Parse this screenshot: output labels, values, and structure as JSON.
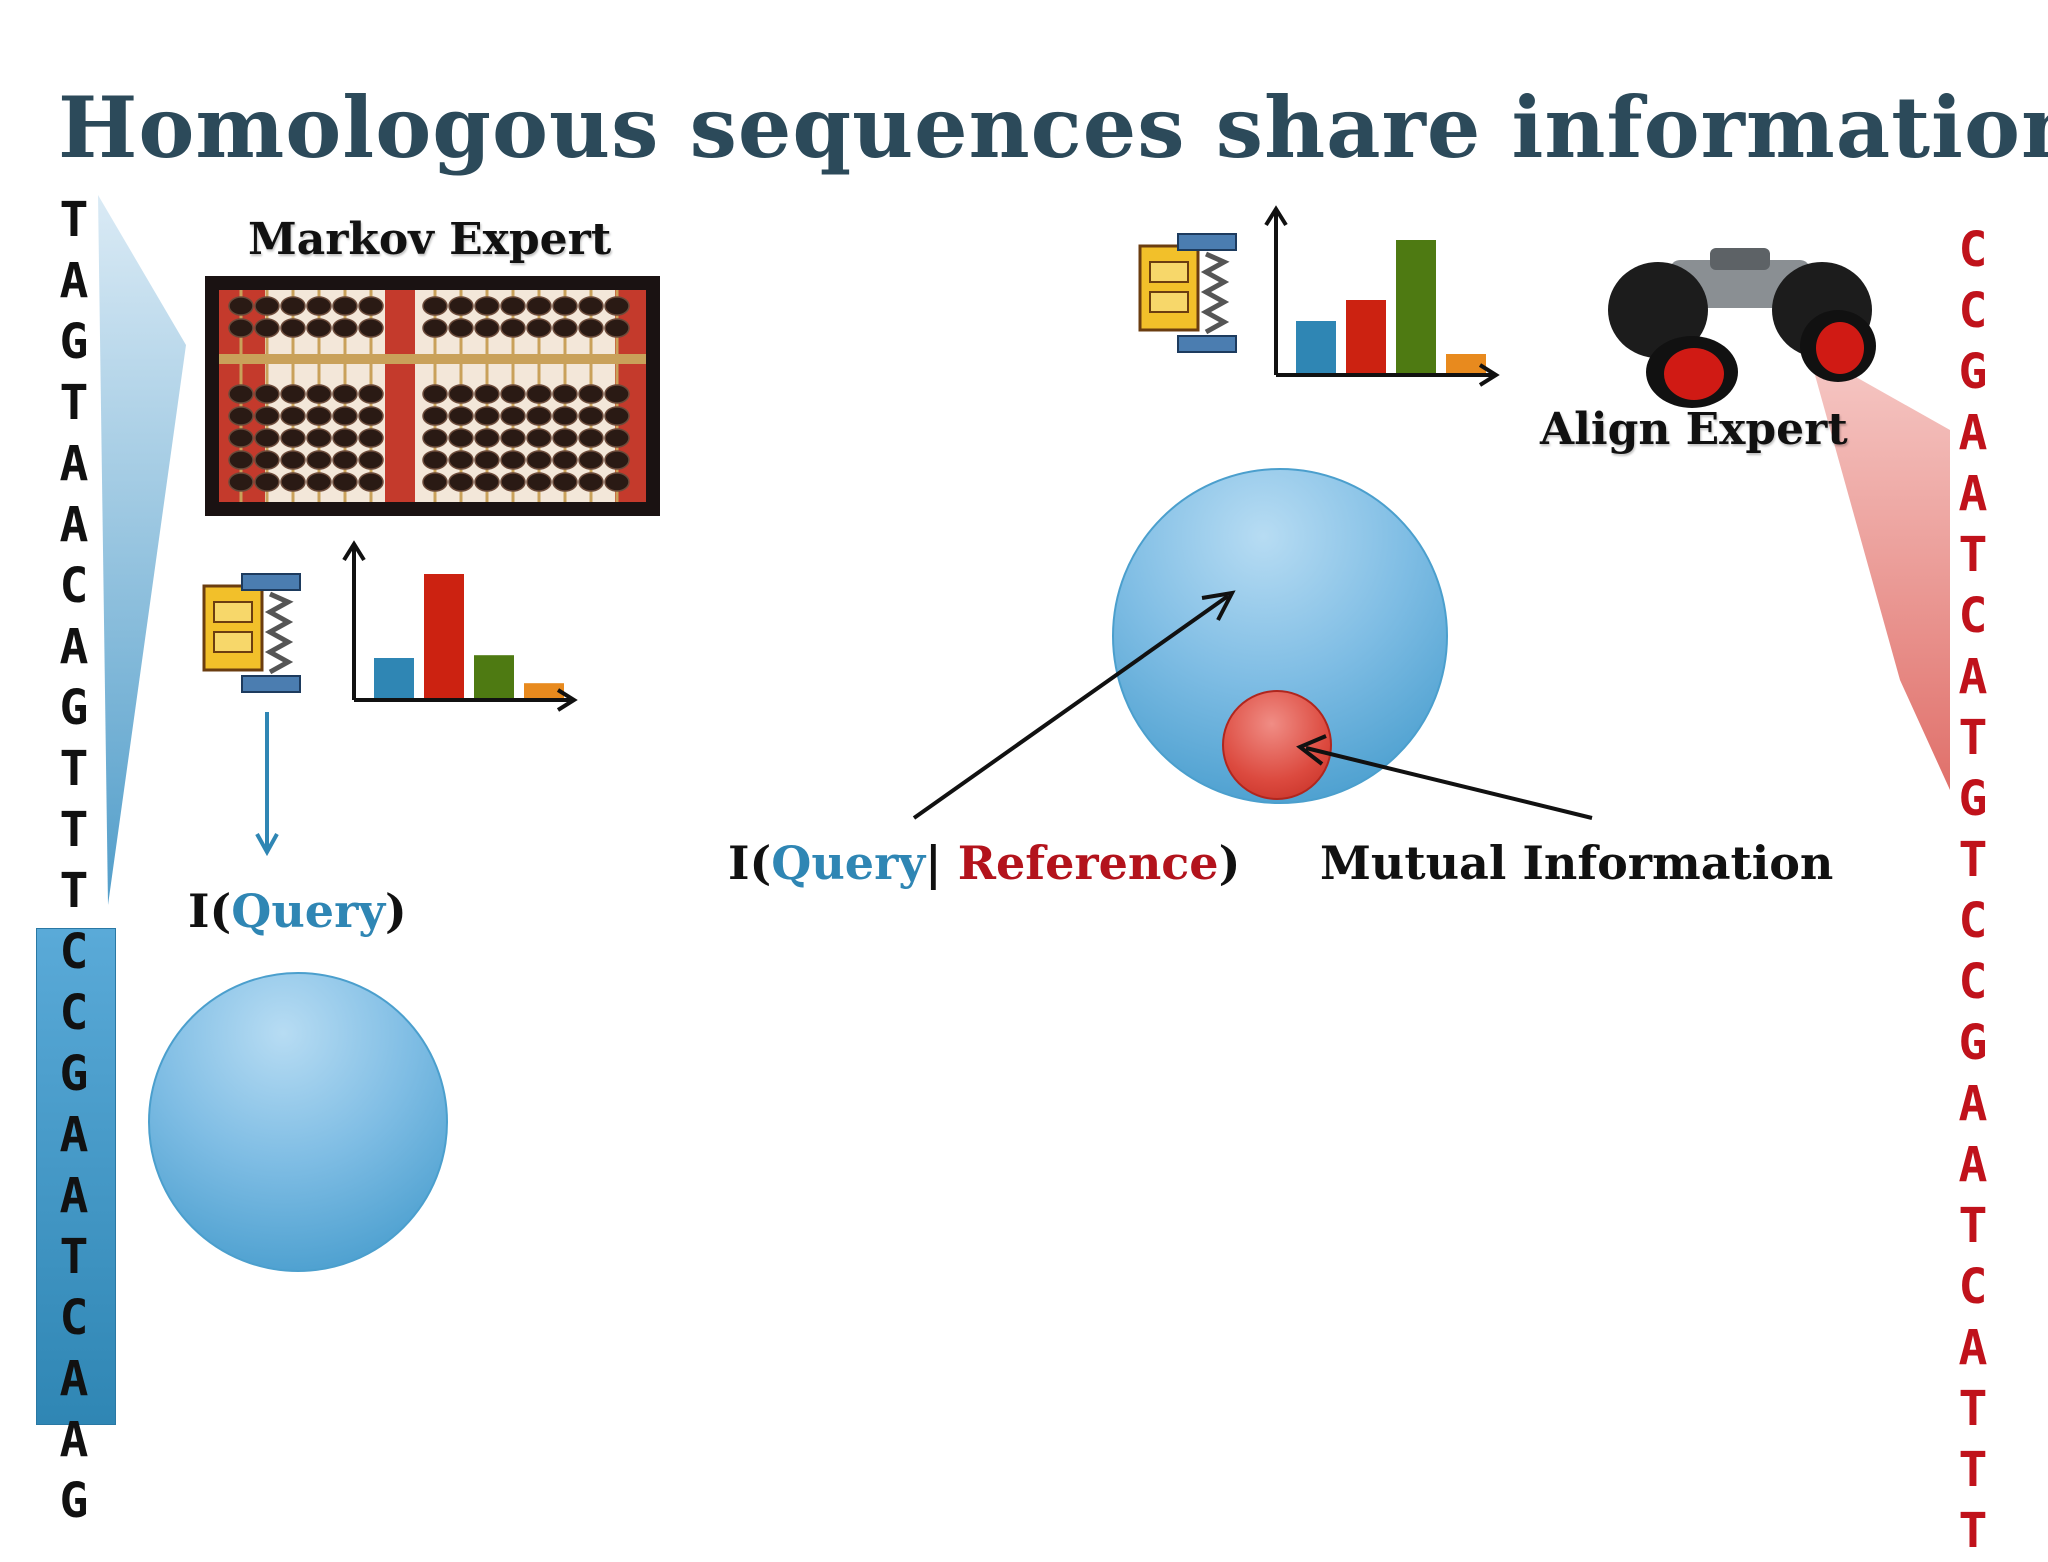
{
  "title": "Homologous sequences share information",
  "left_sequence": [
    "T",
    "A",
    "G",
    "T",
    "A",
    "A",
    "C",
    "A",
    "G",
    "T",
    "T",
    "T",
    "C",
    "C",
    "G",
    "A",
    "A",
    "T",
    "C",
    "A",
    "A",
    "G"
  ],
  "right_sequence": [
    "C",
    "C",
    "G",
    "A",
    "A",
    "T",
    "C",
    "A",
    "T",
    "G",
    "T",
    "C",
    "C",
    "G",
    "A",
    "A",
    "T",
    "C",
    "A",
    "T",
    "T",
    "T"
  ],
  "markov_expert_label": "Markov Expert",
  "align_expert_label": "Align Expert",
  "left_info": {
    "prefix": "I(",
    "query": "Query",
    "suffix": ")"
  },
  "conditional_info": {
    "prefix": "I(",
    "query": "Query",
    "bar": "| ",
    "reference": "Reference",
    "suffix": ")"
  },
  "mutual_information_label": "Mutual Information",
  "chart_data": [
    {
      "type": "bar",
      "values": [
        30,
        90,
        32,
        12
      ],
      "colors": [
        "#2f86b4",
        "#cc2211",
        "#4e7a12",
        "#e88a1e"
      ]
    },
    {
      "type": "bar",
      "values": [
        36,
        50,
        90,
        14
      ],
      "colors": [
        "#2f86b4",
        "#cc2211",
        "#4e7a12",
        "#e88a1e"
      ]
    }
  ],
  "colors": {
    "blue": "#2f86b4",
    "red": "#c0121b",
    "title": "#2c4a5a"
  }
}
